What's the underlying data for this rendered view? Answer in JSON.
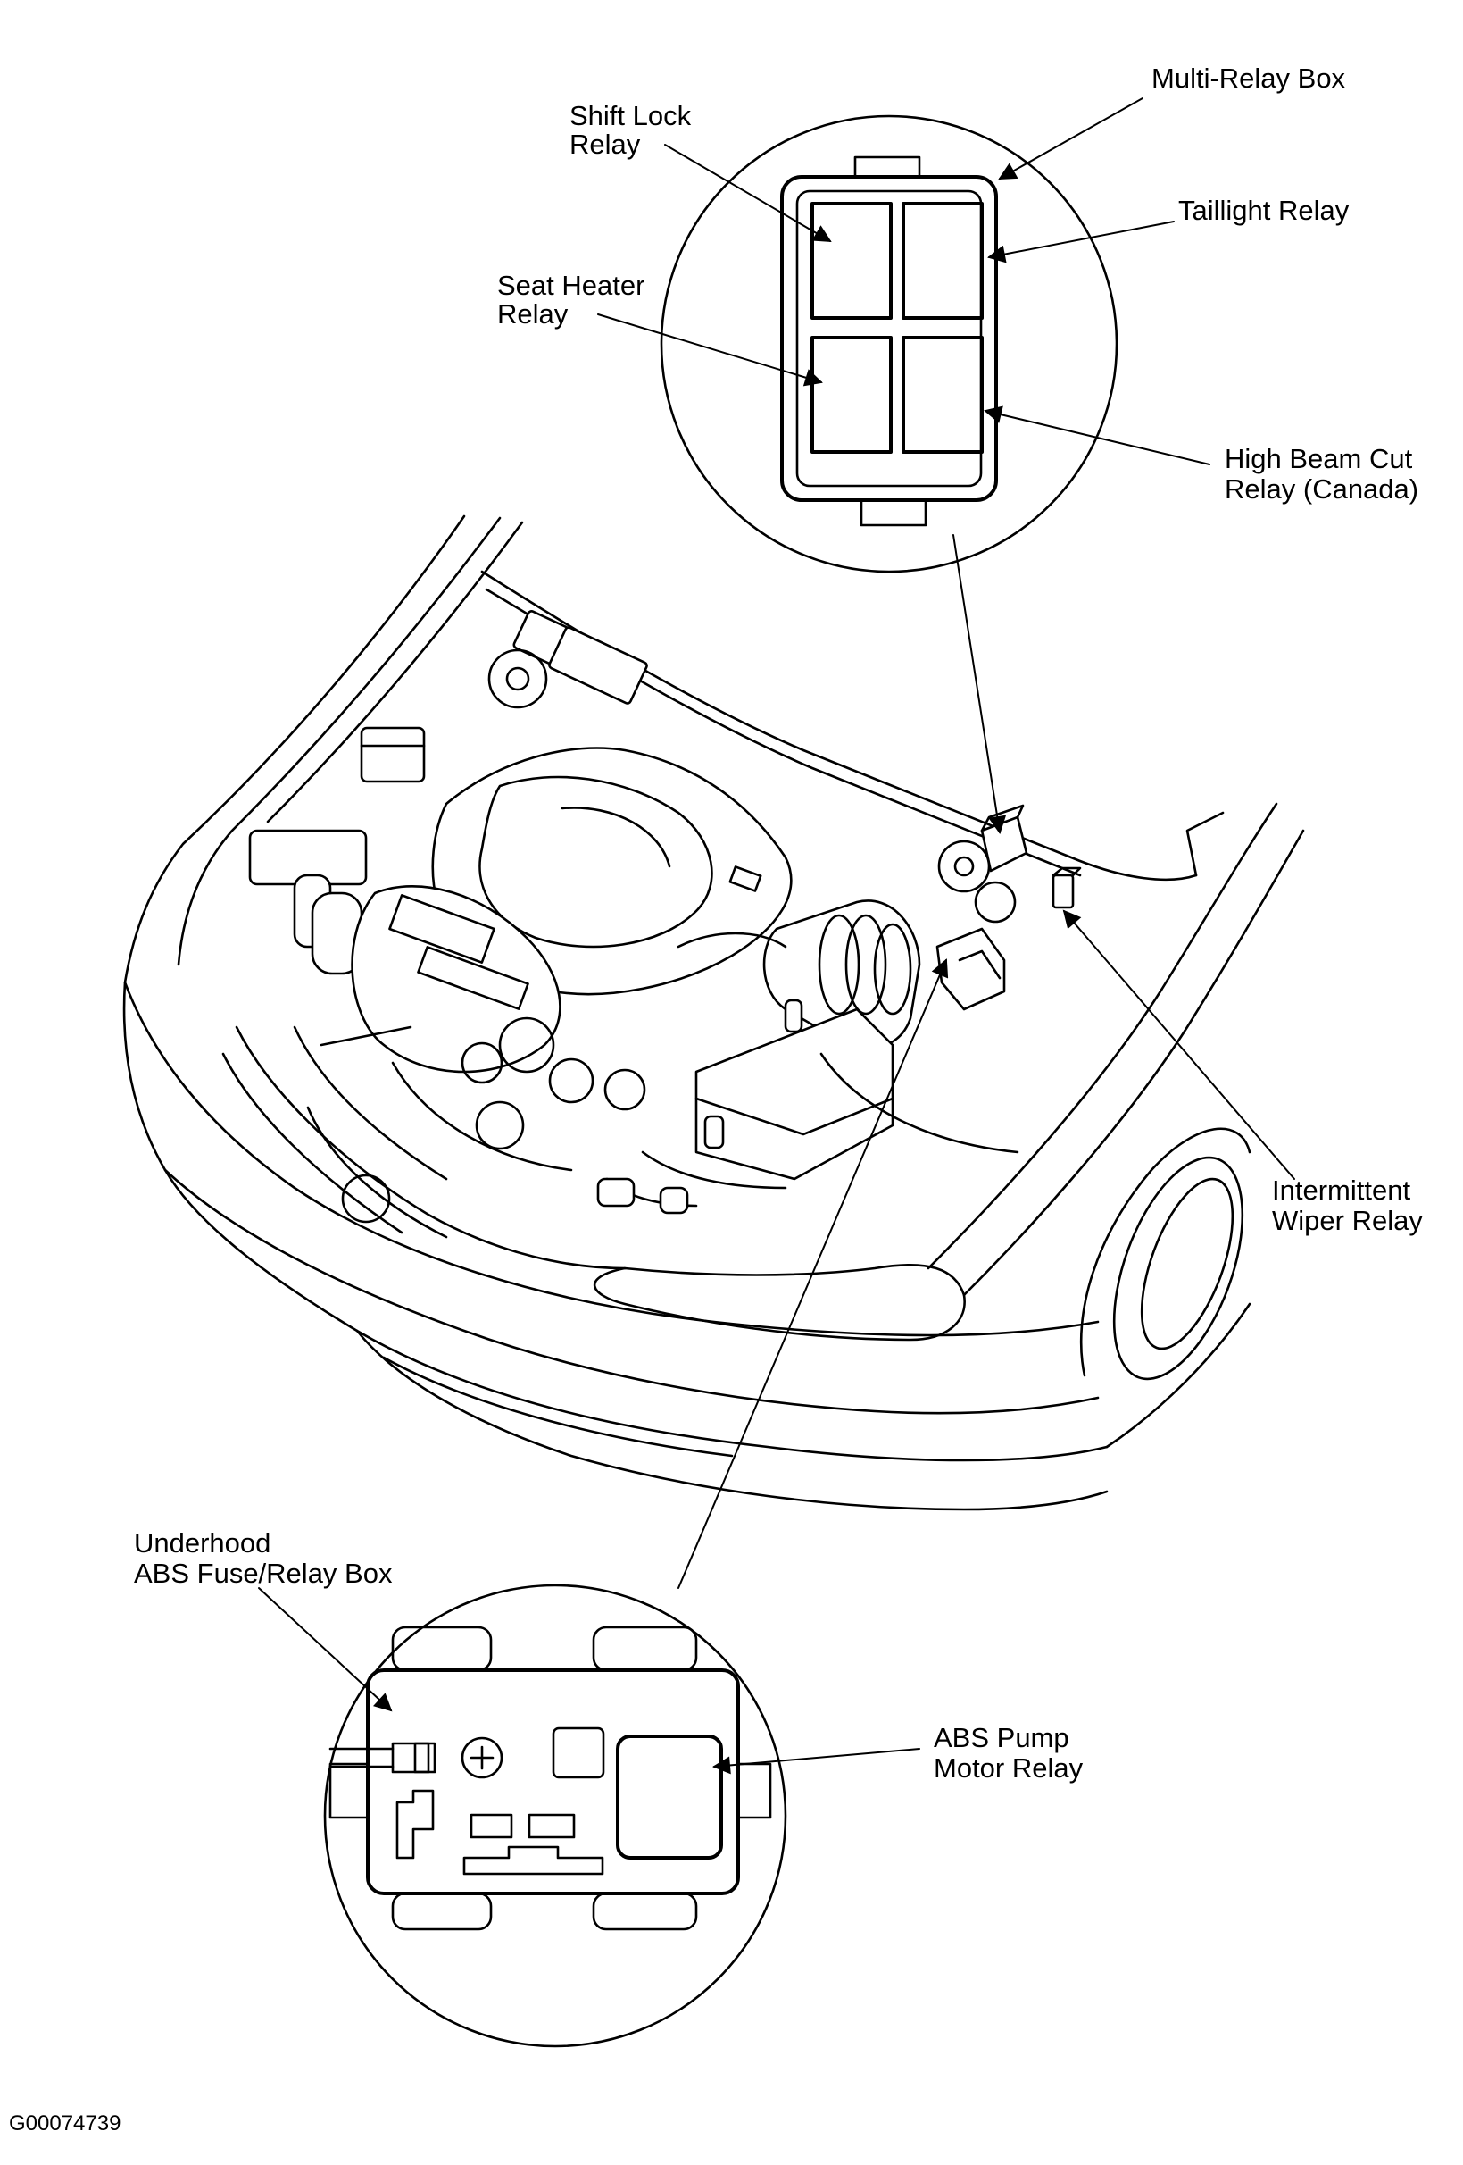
{
  "diagram": {
    "labels": {
      "multi_relay_box": "Multi-Relay Box",
      "shift_lock_1": "Shift Lock",
      "shift_lock_2": "Relay",
      "taillight": "Taillight Relay",
      "seat_heater_1": "Seat Heater",
      "seat_heater_2": "Relay",
      "high_beam_1": "High Beam Cut",
      "high_beam_2": "Relay (Canada)",
      "wiper_1": "Intermittent",
      "wiper_2": "Wiper Relay",
      "underhood_1": "Underhood",
      "underhood_2": "ABS Fuse/Relay Box",
      "abs_pump_1": "ABS Pump",
      "abs_pump_2": "Motor Relay"
    },
    "figure_code": "G00074739"
  }
}
